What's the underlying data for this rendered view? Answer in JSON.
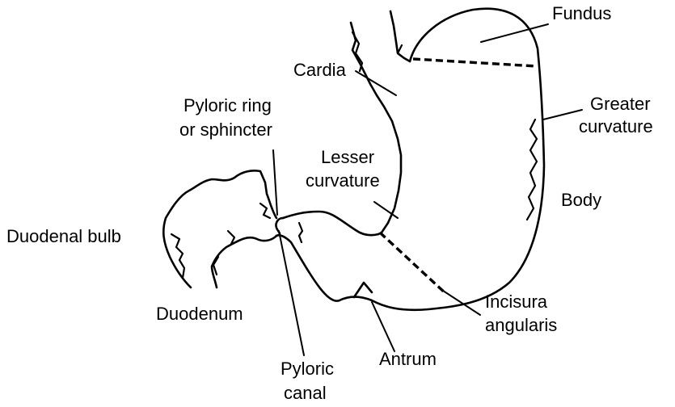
{
  "labels": {
    "fundus": "Fundus",
    "cardia": "Cardia",
    "greater_curvature": [
      "Greater",
      "curvature"
    ],
    "pyloric_ring": [
      "Pyloric ring",
      "or sphincter"
    ],
    "lesser_curvature": [
      "Lesser",
      "curvature"
    ],
    "body": "Body",
    "duodenal_bulb": "Duodenal bulb",
    "duodenum": "Duodenum",
    "incisura_angularis": [
      "Incisura",
      "angularis"
    ],
    "antrum": "Antrum",
    "pyloric_canal": [
      "Pyloric",
      "canal"
    ]
  }
}
